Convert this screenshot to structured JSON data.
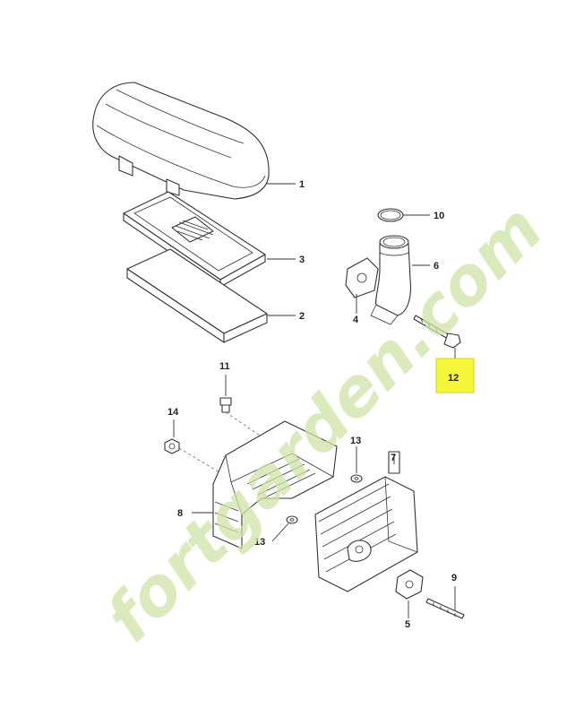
{
  "watermark": "fortgarden.com",
  "colors": {
    "highlight": "#f5f53a",
    "watermark": "#cfe3a6",
    "line": "#333333"
  },
  "callouts": [
    {
      "id": "c1",
      "label": "1",
      "highlighted": false
    },
    {
      "id": "c2",
      "label": "2",
      "highlighted": false
    },
    {
      "id": "c3",
      "label": "3",
      "highlighted": false
    },
    {
      "id": "c4",
      "label": "4",
      "highlighted": false
    },
    {
      "id": "c5",
      "label": "5",
      "highlighted": false
    },
    {
      "id": "c6",
      "label": "6",
      "highlighted": false
    },
    {
      "id": "c7",
      "label": "7",
      "highlighted": false
    },
    {
      "id": "c8",
      "label": "8",
      "highlighted": false
    },
    {
      "id": "c9",
      "label": "9",
      "highlighted": false
    },
    {
      "id": "c10",
      "label": "10",
      "highlighted": false
    },
    {
      "id": "c11",
      "label": "11",
      "highlighted": false
    },
    {
      "id": "c12",
      "label": "12",
      "highlighted": true
    },
    {
      "id": "c13a",
      "label": "13",
      "highlighted": false
    },
    {
      "id": "c13b",
      "label": "13",
      "highlighted": false
    },
    {
      "id": "c14",
      "label": "14",
      "highlighted": false
    }
  ]
}
